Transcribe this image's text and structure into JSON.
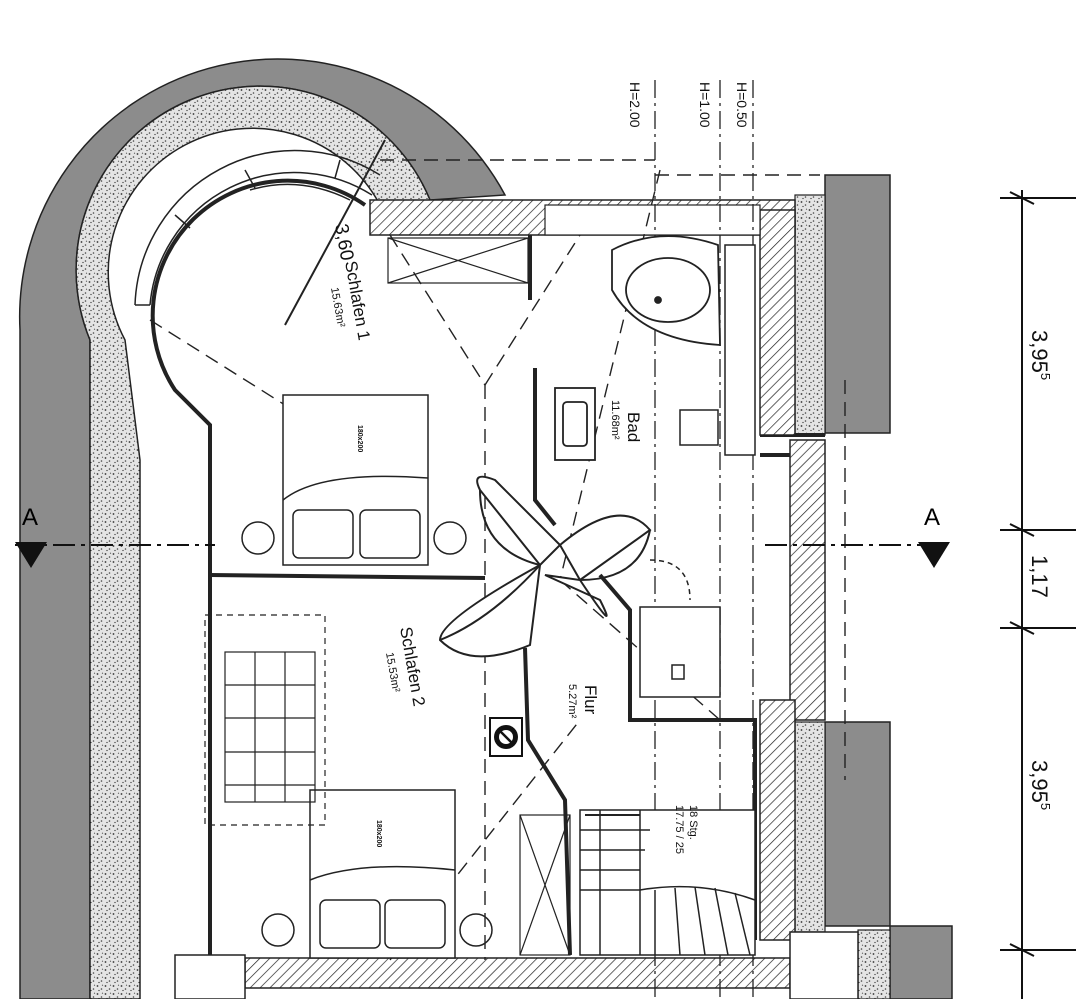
{
  "section_marks": {
    "left": "A",
    "right": "A"
  },
  "height_lines": [
    {
      "label": "H=2.00"
    },
    {
      "label": "H=1.00"
    },
    {
      "label": "H=0.50"
    }
  ],
  "dimensions": {
    "top": "3,95",
    "top_sup": "5",
    "middle": "1,17",
    "bottom": "3,95",
    "bottom_sup": "5"
  },
  "rooms": {
    "schlafen1": {
      "name": "Schlafen 1",
      "area": "15.63m²"
    },
    "bad": {
      "name": "Bad",
      "area": "11.68m²"
    },
    "flur": {
      "name": "Flur",
      "area": "5.27m²"
    },
    "schlafen2": {
      "name": "Schlafen 2",
      "area": "15.53m²"
    }
  },
  "bed_size": "180x200",
  "tower_window_label": "3,60",
  "stairs": {
    "steps": "18 Stg.",
    "rise_run": "17.75 / 25"
  },
  "colors": {
    "wall_fill": "#8c8c8c",
    "insulation": "#d4d4d4",
    "line": "#111111"
  }
}
